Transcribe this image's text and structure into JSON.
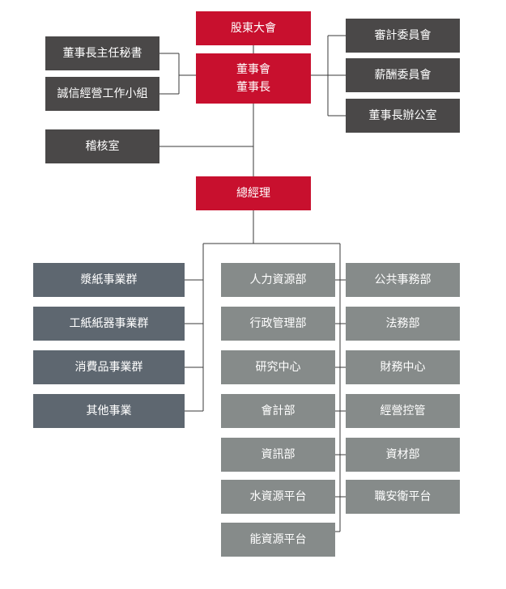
{
  "colors": {
    "governance": "#c8102e",
    "staff": "#4a4848",
    "business_group": "#5e6770",
    "department": "#868b8a",
    "connector": "#3a3a3a"
  },
  "top": {
    "shareholders": "股東大會",
    "board_line1": "董事會",
    "board_line2": "董事長",
    "general_manager": "總經理"
  },
  "left_staff": {
    "chairman_secretary": "董事長主任秘書",
    "integrity_group": "誠信經營工作小組",
    "audit_office": "稽核室"
  },
  "committees": {
    "audit": "審計委員會",
    "compensation": "薪酬委員會",
    "chairman_office": "董事長辦公室"
  },
  "business_groups": [
    "漿紙事業群",
    "工紙紙器事業群",
    "消費品事業群",
    "其他事業"
  ],
  "departments_col1": [
    "人力資源部",
    "行政管理部",
    "研究中心",
    "會計部",
    "資訊部",
    "水資源平台",
    "能資源平台"
  ],
  "departments_col2": [
    "公共事務部",
    "法務部",
    "財務中心",
    "經營控管",
    "資材部",
    "職安衛平台"
  ]
}
